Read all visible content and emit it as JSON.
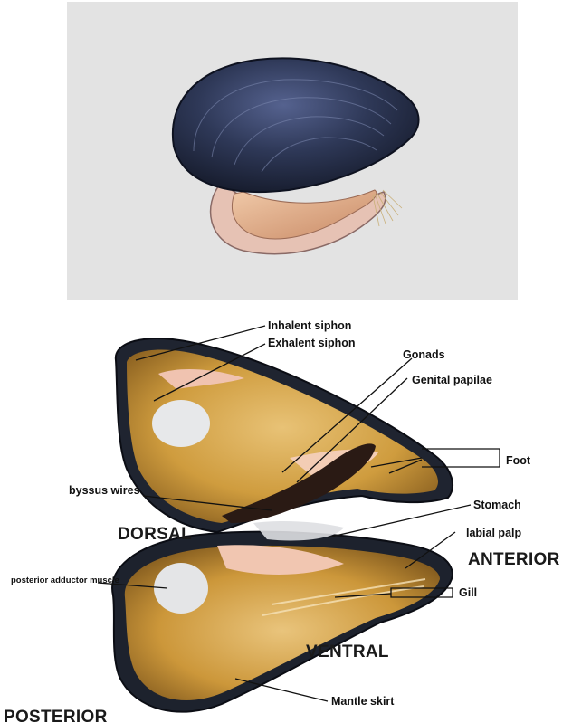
{
  "top_illustration": {
    "subject": "closed blue mussel shell with extended foot"
  },
  "labels": {
    "inhalent_siphon": "Inhalent siphon",
    "exhalent_siphon": "Exhalent siphon",
    "gonads": "Gonads",
    "genital_papilae": "Genital papilae",
    "foot": "Foot",
    "byssus_wires": "byssus wires",
    "stomach": "Stomach",
    "labial_palp": "labial palp",
    "posterior_adductor_muscle": "posterior adductor muscle",
    "gill": "Gill",
    "mantle_skirt": "Mantle skirt"
  },
  "orientation": {
    "dorsal": "DORSAL",
    "anterior": "ANTERIOR",
    "ventral": "VENTRAL",
    "posterior": "POSTERIOR"
  },
  "colors": {
    "shell_dark": "#1c2236",
    "shell_blue": "#3a4670",
    "mantle_yellow": "#c99a3a",
    "tissue_pink": "#e8b79a",
    "background_panel": "#e3e3e3"
  }
}
